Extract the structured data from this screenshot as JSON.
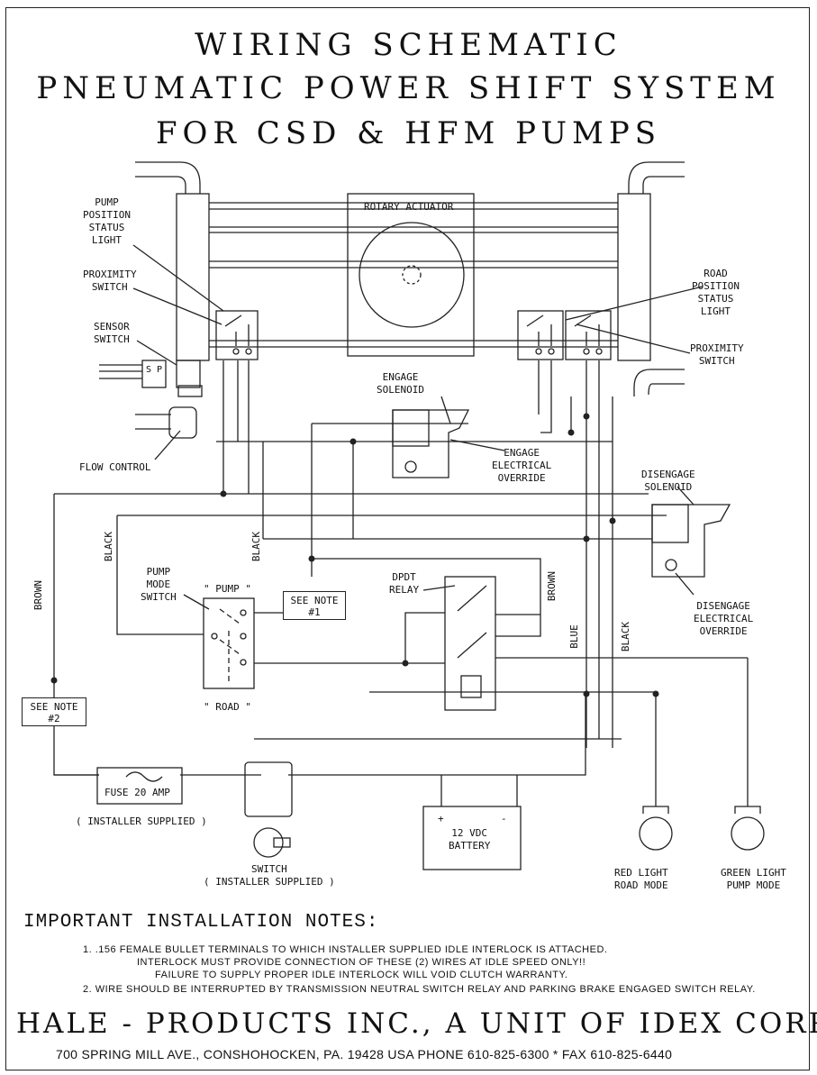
{
  "title": {
    "line1": "WIRING SCHEMATIC",
    "line2": "PNEUMATIC POWER SHIFT SYSTEM",
    "line3": "FOR CSD & HFM PUMPS"
  },
  "labels": {
    "pump_status_light": [
      "PUMP",
      "POSITION",
      "STATUS",
      "LIGHT"
    ],
    "proximity_switch_left": [
      "PROXIMITY",
      "SWITCH"
    ],
    "sensor_switch": [
      "SENSOR",
      "SWITCH"
    ],
    "flow_control": "FLOW CONTROL",
    "rotary_actuator": "ROTARY ACTUATOR",
    "road_status_light": [
      "ROAD",
      "POSITION",
      "STATUS",
      "LIGHT"
    ],
    "proximity_switch_right": [
      "PROXIMITY",
      "SWITCH"
    ],
    "engage_solenoid": [
      "ENGAGE",
      "SOLENOID"
    ],
    "engage_override": [
      "ENGAGE",
      "ELECTRICAL",
      "OVERRIDE"
    ],
    "disengage_solenoid": [
      "DISENGAGE",
      "SOLENOID"
    ],
    "disengage_override": [
      "DISENGAGE",
      "ELECTRICAL",
      "OVERRIDE"
    ],
    "pump_mode_switch": [
      "PUMP",
      "MODE",
      "SWITCH"
    ],
    "pump_pos": "\" PUMP \"",
    "road_pos": "\" ROAD \"",
    "see_note_1": [
      "SEE NOTE",
      "#1"
    ],
    "see_note_2": [
      "SEE NOTE",
      "#2"
    ],
    "dpdt_relay": [
      "DPDT",
      "RELAY"
    ],
    "fuse": "FUSE 20 AMP",
    "installer_supplied_fuse": "( INSTALLER SUPPLIED )",
    "switch": [
      "SWITCH",
      "( INSTALLER SUPPLIED )"
    ],
    "battery": [
      "12 VDC",
      "BATTERY"
    ],
    "battery_plus": "+",
    "battery_minus": "-",
    "red_light": [
      "RED LIGHT",
      "ROAD MODE"
    ],
    "green_light": [
      "GREEN LIGHT",
      "PUMP MODE"
    ],
    "sp": "S P",
    "wire_brown_left": "BROWN",
    "wire_black_1": "BLACK",
    "wire_black_2": "BLACK",
    "wire_brown_right": "BROWN",
    "wire_blue": "BLUE",
    "wire_black_right": "BLACK"
  },
  "notes": {
    "heading": "IMPORTANT INSTALLATION NOTES:",
    "note1_line1": "1. .156 FEMALE BULLET TERMINALS TO WHICH INSTALLER SUPPLIED IDLE INTERLOCK IS ATTACHED.",
    "note1_line2": "INTERLOCK MUST PROVIDE CONNECTION OF THESE (2) WIRES AT IDLE SPEED ONLY!!",
    "note1_line3": "FAILURE TO SUPPLY PROPER IDLE INTERLOCK WILL VOID CLUTCH WARRANTY.",
    "note2": "2. WIRE SHOULD BE INTERRUPTED BY TRANSMISSION NEUTRAL SWITCH RELAY AND PARKING BRAKE ENGAGED SWITCH RELAY."
  },
  "footer": {
    "company": "HALE - PRODUCTS   INC.,   A  UNIT  OF   IDEX   CORP.",
    "address": "700 SPRING MILL AVE., CONSHOHOCKEN, PA. 19428 USA   PHONE 610-825-6300 * FAX 610-825-6440"
  }
}
